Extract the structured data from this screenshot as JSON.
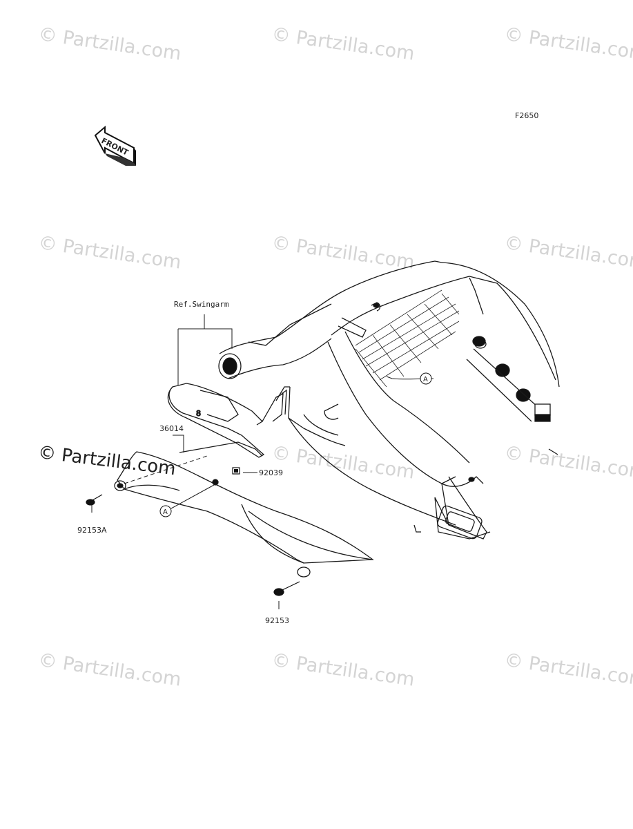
{
  "watermark": "© Partzilla.com",
  "diagram_code": "F2650",
  "front_arrow_label": "FRONT",
  "callouts": {
    "ref_swingarm": "Ref.Swingarm",
    "part_36014": "36014",
    "part_92039": "92039",
    "part_92153A": "92153A",
    "part_92153": "92153",
    "marker_a": "A",
    "small_mark": "8"
  }
}
